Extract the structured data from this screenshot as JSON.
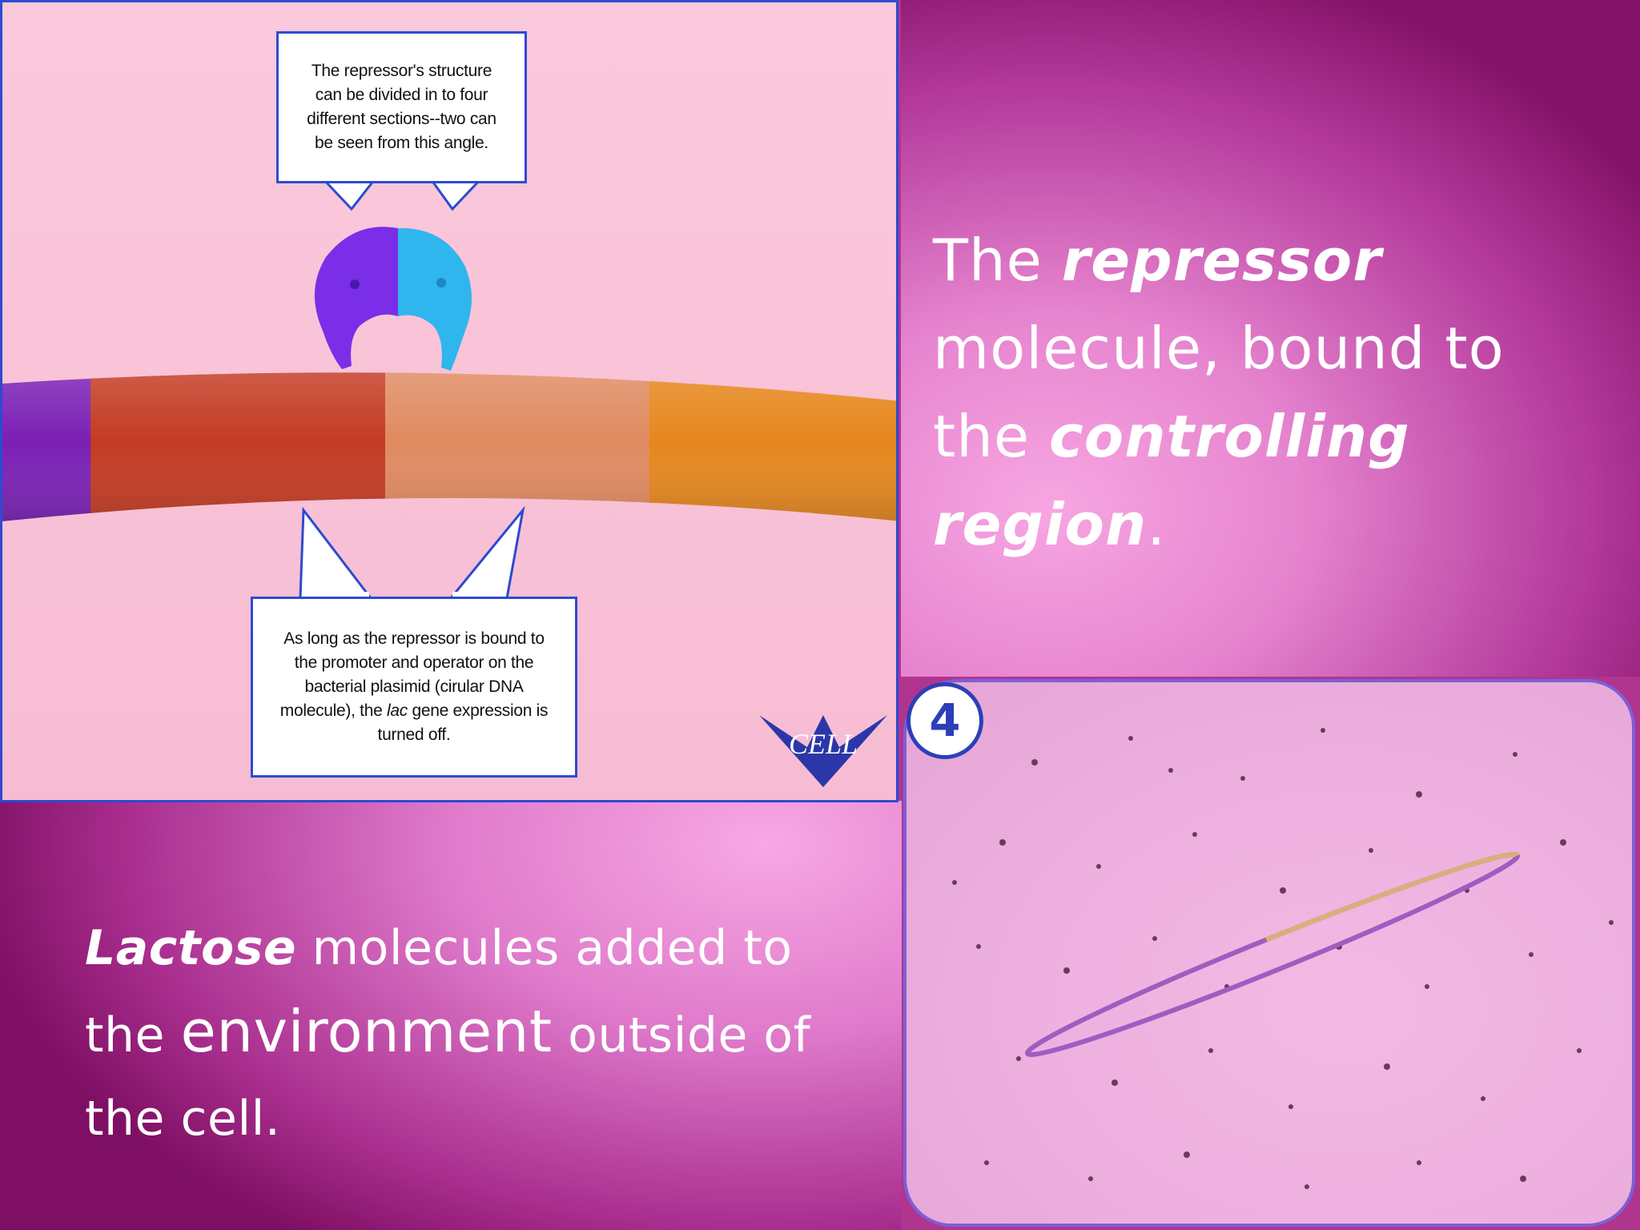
{
  "slide": {
    "heading_text": {
      "part1": "The ",
      "em1": "repressor",
      "part2": " molecule, bound to the ",
      "em2": "controlling region",
      "part3": "."
    },
    "body_text": {
      "em1": "Lactose",
      "part1": " molecules added to the ",
      "big": "environment",
      "part2": " outside of the cell."
    }
  },
  "diagram": {
    "callout_top": "The repressor's structure can be divided in to four different sections--two can be seen from this angle.",
    "callout_bottom_pre": "As long as the repressor is bound to the promoter and operator on the bacterial plasimid (cirular DNA molecule), the ",
    "callout_bottom_em": "lac",
    "callout_bottom_post": " gene expression is turned off.",
    "logo_text": "CELL",
    "colors": {
      "dna_purple": "#7a1fb5",
      "dna_red": "#c43a22",
      "dna_tan": "#e08a60",
      "dna_orange": "#e6861c",
      "repressor_violet": "#7a2ee8",
      "repressor_cyan": "#2fb6ee"
    }
  },
  "animation_frame": {
    "step_number": "4"
  }
}
